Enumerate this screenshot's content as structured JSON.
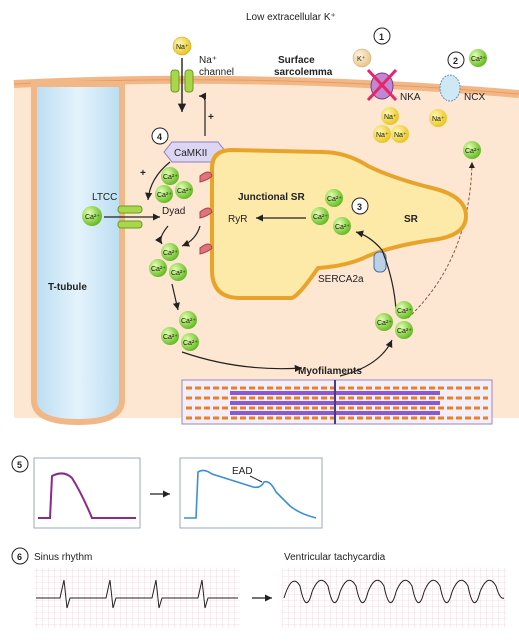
{
  "top_label": "Low extracellular K⁺",
  "surface_label_1": "Surface",
  "surface_label_2": "sarcolemma",
  "na_channel_line1": "Na⁺",
  "na_channel_line2": "channel",
  "nka_label": "NKA",
  "ncx_label": "NCX",
  "camkii_label": "CaMKII",
  "ltcc_label": "LTCC",
  "dyad_label": "Dyad",
  "ryr_label": "RyR",
  "junctional_sr_label": "Junctional SR",
  "sr_label": "SR",
  "serca_label": "SERCA2a",
  "t_tubule_label": "T-tubule",
  "myofilaments_label": "Myofilaments",
  "ead_label": "EAD",
  "sinus_label": "Sinus rhythm",
  "vt_label": "Ventricular tachycardia",
  "plus_sign": "+",
  "ions": {
    "ca": "Ca²⁺",
    "na": "Na⁺",
    "k": "K⁺"
  },
  "markers": [
    "1",
    "2",
    "3",
    "4",
    "5",
    "6"
  ],
  "colors": {
    "membrane": "#f2b787",
    "cytoplasm": "#fde6d2",
    "t_tubule": "#cfe8f6",
    "sr_fill": "#fde9a8",
    "sr_border": "#e8a42a",
    "ca_ion": "#7ed321",
    "na_ion": "#f6dc35",
    "k_ion": "#f3d9a8",
    "camkii": "#dcd6f2",
    "ryr": "#e0737b",
    "ltcc": "#a8d84a",
    "ap_normal": "#8a2a8a",
    "ap_ead": "#3a8fd6",
    "inhibit_x": "#e8246c"
  }
}
